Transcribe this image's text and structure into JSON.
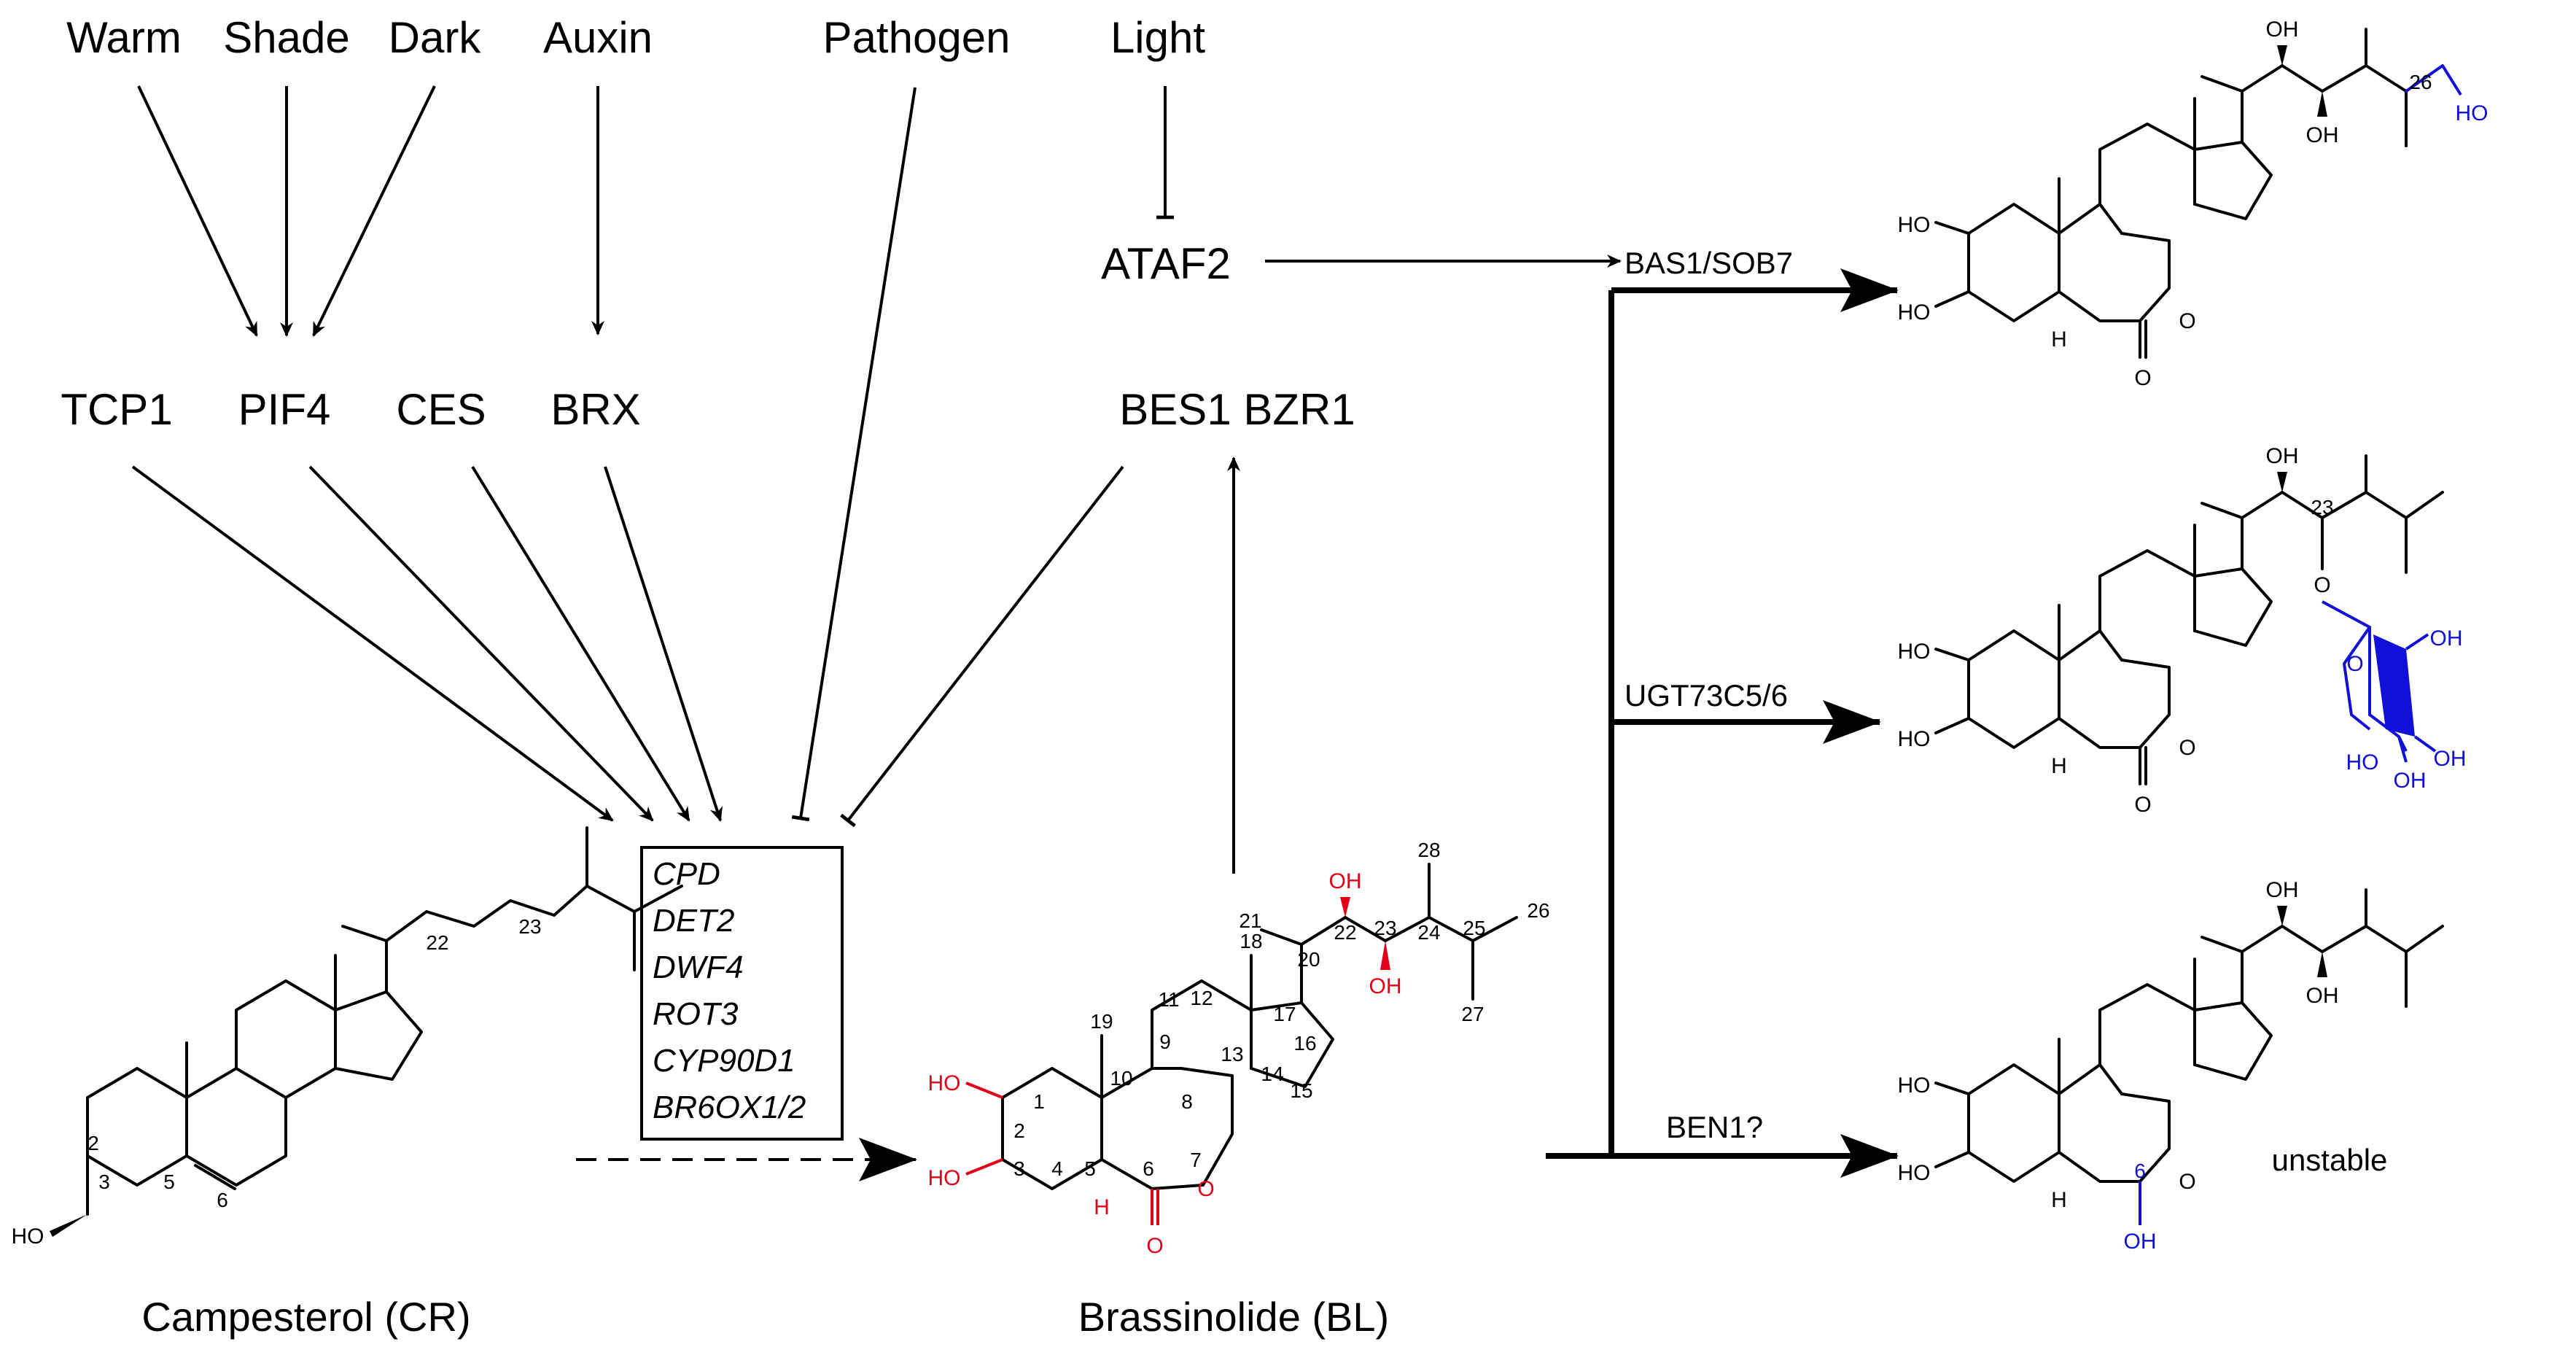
{
  "signals": {
    "warm": "Warm",
    "shade": "Shade",
    "dark": "Dark",
    "auxin": "Auxin",
    "pathogen": "Pathogen",
    "light": "Light"
  },
  "factors": {
    "tcp1": "TCP1",
    "pif4": "PIF4",
    "ces": "CES",
    "brx": "BRX",
    "ataf2": "ATAF2",
    "bes1_bzr1": "BES1 BZR1"
  },
  "genes": [
    "CPD",
    "DET2",
    "DWF4",
    "ROT3",
    "CYP90D1",
    "BR6OX1/2"
  ],
  "enzymes": {
    "bas1": "BAS1/SOB7",
    "ugt": "UGT73C5/6",
    "ben1": "BEN1?"
  },
  "compounds": {
    "campesterol": "Campesterol (CR)",
    "brassinolide": "Brassinolide (BL)",
    "unstable": "unstable"
  },
  "atoms": {
    "oh": "OH",
    "ho": "HO",
    "o": "O",
    "h": "H"
  },
  "carbon_numbers": [
    "1",
    "2",
    "3",
    "4",
    "5",
    "6",
    "7",
    "8",
    "9",
    "10",
    "11",
    "12",
    "13",
    "14",
    "15",
    "16",
    "17",
    "18",
    "19",
    "20",
    "21",
    "22",
    "23",
    "24",
    "25",
    "26",
    "27",
    "28"
  ],
  "colors": {
    "ink": "#000000",
    "hydroxyl_red": "#e0001a",
    "modification_blue": "#1010d8"
  }
}
